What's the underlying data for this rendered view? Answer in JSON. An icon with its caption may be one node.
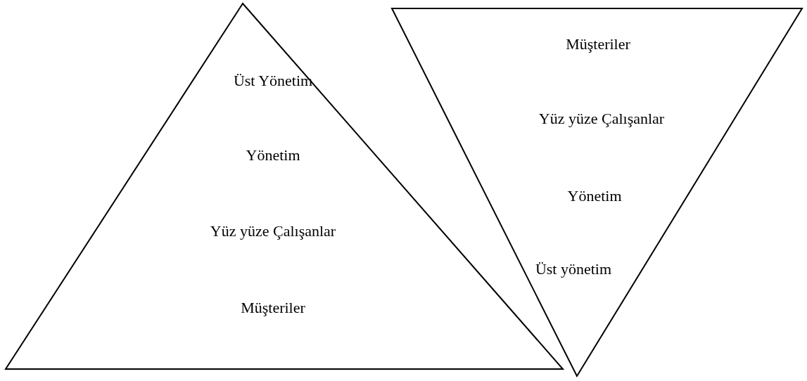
{
  "diagram": {
    "nodes": [
      {
        "text": [
          "Üst Yönetim",
          "Yönetim",
          "Yüz yüze Çalışanlar",
          "Müşteriler"
        ]
      },
      {
        "text": [
          "Müşteriler",
          "Yüz yüze Çalışanlar",
          "Yönetim",
          "Üst yönetim"
        ]
      }
    ]
  }
}
